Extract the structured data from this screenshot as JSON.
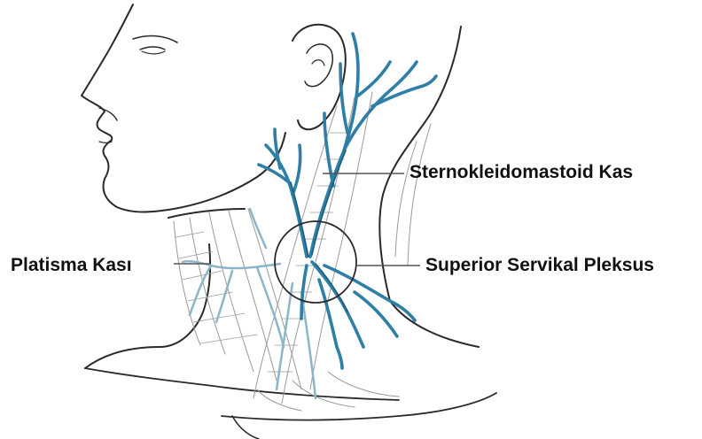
{
  "labels": {
    "sternocleidomastoid": "Sternokleidomastoid Kas",
    "platysma": "Platisma Kası",
    "superior_cervical_plexus": "Superior Servikal Pleksus"
  },
  "colors": {
    "outline": "#2a2a2a",
    "sketch": "#9a9a9a",
    "nerve": "#2f7ea6",
    "nerve_dark": "#1d5c80",
    "nerve_faint": "#8db5c9",
    "leader": "#555555",
    "text": "#111111"
  }
}
